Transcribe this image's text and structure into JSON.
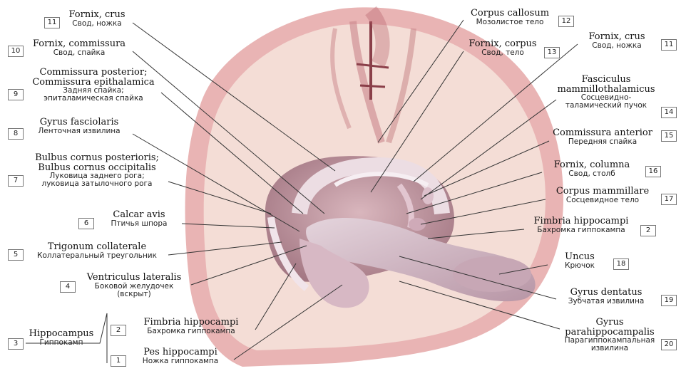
{
  "labels": [
    {
      "num": "11",
      "lat": [
        "Fornix, crus"
      ],
      "ru": [
        "Свод, ножка"
      ]
    },
    {
      "num": "10",
      "lat": [
        "Fornix, commissura"
      ],
      "ru": [
        "Свод, спайка"
      ]
    },
    {
      "num": "9",
      "lat": [
        "Commissura posterior;",
        "Commissura epithalamica"
      ],
      "ru": [
        "Задняя спайка;",
        "эпиталамическая спайка"
      ]
    },
    {
      "num": "8",
      "lat": [
        "Gyrus fasciolaris"
      ],
      "ru": [
        "Ленточная извилина"
      ]
    },
    {
      "num": "7",
      "lat": [
        "Bulbus cornus posterioris;",
        "Bulbus cornus occipitalis"
      ],
      "ru": [
        "Луковица заднего рога;",
        "луковица затылочного рога"
      ]
    },
    {
      "num": "6",
      "lat": [
        "Calcar avis"
      ],
      "ru": [
        "Птичья шпора"
      ]
    },
    {
      "num": "5",
      "lat": [
        "Trigonum collaterale"
      ],
      "ru": [
        "Коллатеральный треугольник"
      ]
    },
    {
      "num": "4",
      "lat": [
        "Ventriculus lateralis"
      ],
      "ru": [
        "Боковой желудочек",
        "(вскрыт)"
      ]
    },
    {
      "num": "3",
      "lat": [
        "Hippocampus"
      ],
      "ru": [
        "Гиппокамп"
      ]
    },
    {
      "num": "2",
      "lat": [
        "Fimbria hippocampi"
      ],
      "ru": [
        "Бахромка гиппокампа"
      ]
    },
    {
      "num": "1",
      "lat": [
        "Pes hippocampi"
      ],
      "ru": [
        "Ножка гиппокампа"
      ]
    },
    {
      "num": "12",
      "lat": [
        "Corpus callosum"
      ],
      "ru": [
        "Мозолистое тело"
      ]
    },
    {
      "num": "13",
      "lat": [
        "Fornix, corpus"
      ],
      "ru": [
        "Свод, тело"
      ]
    },
    {
      "num": "11",
      "lat": [
        "Fornix, crus"
      ],
      "ru": [
        "Свод, ножка"
      ]
    },
    {
      "num": "14",
      "lat": [
        "Fasciculus",
        "mammillothalamicus"
      ],
      "ru": [
        "Сосцевидно-",
        "таламический пучок"
      ]
    },
    {
      "num": "15",
      "lat": [
        "Commissura anterior"
      ],
      "ru": [
        "Передняя спайка"
      ]
    },
    {
      "num": "16",
      "lat": [
        "Fornix, columna"
      ],
      "ru": [
        "Свод, столб"
      ]
    },
    {
      "num": "17",
      "lat": [
        "Corpus mammillare"
      ],
      "ru": [
        "Сосцевидное тело"
      ]
    },
    {
      "num": "2",
      "lat": [
        "Fimbria hippocampi"
      ],
      "ru": [
        "Бахромка гиппокампа"
      ]
    },
    {
      "num": "18",
      "lat": [
        "Uncus"
      ],
      "ru": [
        "Крючок"
      ]
    },
    {
      "num": "19",
      "lat": [
        "Gyrus dentatus"
      ],
      "ru": [
        "Зубчатая извилина"
      ]
    },
    {
      "num": "20",
      "lat": [
        "Gyrus",
        "parahippocampalis"
      ],
      "ru": [
        "Парагиппокампальная",
        "извилина"
      ]
    }
  ]
}
